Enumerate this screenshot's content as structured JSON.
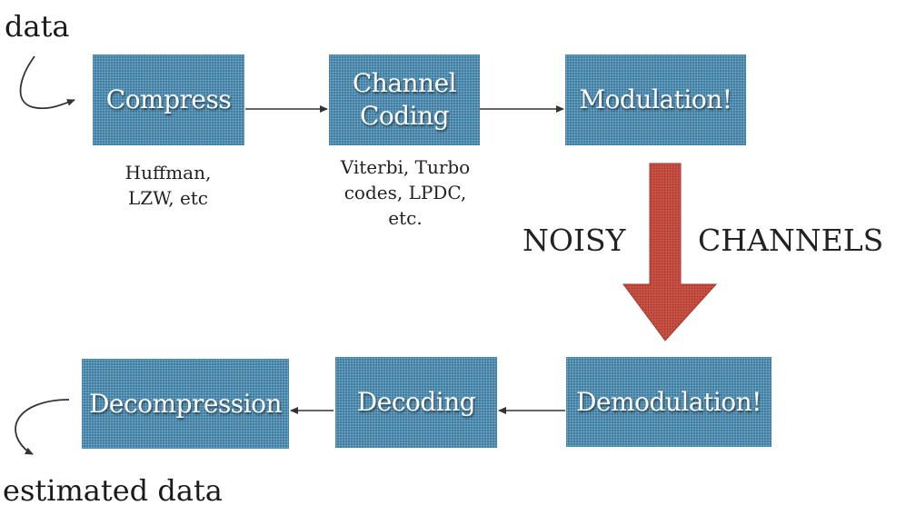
{
  "input_label": "data",
  "output_label": "estimated data",
  "noise": {
    "left": "NOISY",
    "right": "CHANNELS"
  },
  "top_row": [
    {
      "label": "Compress",
      "note": "Huffman,\nLZW, etc"
    },
    {
      "label": "Channel\nCoding",
      "note": "Viterbi, Turbo\ncodes, LPDC,\netc."
    },
    {
      "label": "Modulation!"
    }
  ],
  "bottom_row": [
    {
      "label": "Decompression"
    },
    {
      "label": "Decoding"
    },
    {
      "label": "Demodulation!"
    }
  ],
  "colors": {
    "box": "#4a8bb0",
    "big_arrow": "#c0473a",
    "connector": "#333333"
  }
}
